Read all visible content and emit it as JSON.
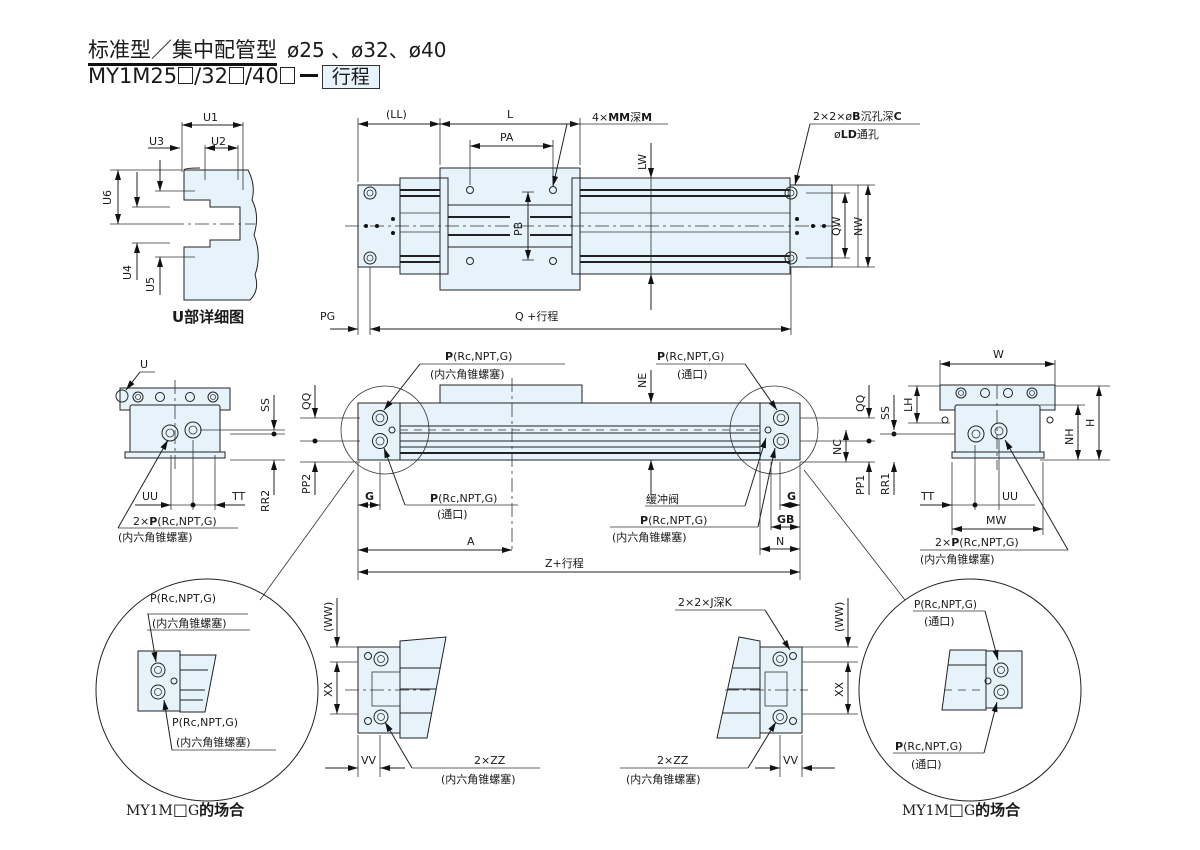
{
  "header": {
    "title_main": "标准型／集中配管型",
    "title_sizes": "ø25 、ø32、ø40",
    "model_prefix": "MY1M25",
    "model_sep1": "/32",
    "model_sep2": "/40",
    "stroke_box": "行程"
  },
  "u_detail": {
    "labels": {
      "u1": "U1",
      "u2": "U2",
      "u3": "U3",
      "u4": "U4",
      "u5": "U5",
      "u6": "U6"
    },
    "caption": "U部详细图"
  },
  "top_view": {
    "ll": "(LL)",
    "l": "L",
    "pa": "PA",
    "pb": "PB",
    "lw": "LW",
    "qw": "QW",
    "nw": "NW",
    "pg": "PG",
    "q_stroke": "Q  +行程",
    "mm_note": {
      "prefix": "4×",
      "mm": "MM",
      "mid": "深",
      "m": "M"
    },
    "b_note": {
      "prefix": "2×2×ø",
      "b": "B",
      "mid": "沉孔深",
      "c": "C"
    },
    "ld_note": {
      "pre": "ø",
      "ld": "LD",
      "post": "通孔"
    }
  },
  "front_view": {
    "p_top_left": {
      "p": "P",
      "spec": "(Rc,NPT,G)",
      "note": "(内六角锥螺塞)"
    },
    "p_top_right": {
      "p": "P",
      "spec": "(Rc,NPT,G)",
      "note": "(通口)"
    },
    "p_bottom_left": {
      "p": "P",
      "spec": "(Rc,NPT,G)",
      "note": "(通口)"
    },
    "p_bottom_right": {
      "p": "P",
      "spec": "(Rc,NPT,G)",
      "note": "(内六角锥螺塞)"
    },
    "cushion_valve": "缓冲阀",
    "ne": "NE",
    "nc": "NC",
    "g_left": "G",
    "g_right": "G",
    "gb": "GB",
    "n": "N",
    "a": "A",
    "z_stroke": "Z+行程"
  },
  "left_end": {
    "u": "U",
    "ss": "SS",
    "rr2": "RR2",
    "qq": "QQ",
    "pp2": "PP2",
    "uu": "UU",
    "tt": "TT",
    "p_note": {
      "prefix": "2×",
      "p": "P",
      "spec": "(Rc,NPT,G)"
    },
    "p_note2": "(内六角锥螺塞)"
  },
  "right_end": {
    "w": "W",
    "lh": "LH",
    "h": "H",
    "nh": "NH",
    "qq": "QQ",
    "ss": "SS",
    "pp1": "PP1",
    "rr1": "RR1",
    "tt": "TT",
    "uu": "UU",
    "mw": "MW",
    "p_note": {
      "prefix": "2×",
      "p": "P",
      "spec": "(Rc,NPT,G)"
    },
    "p_note2": "(内六角锥螺塞)"
  },
  "detail_left_circle": {
    "p_top": "P(Rc,NPT,G)",
    "p_top_note": "(内六角锥螺塞)",
    "p_bottom": "P(Rc,NPT,G)",
    "p_bottom_note": "(内六角锥螺塞)",
    "caption_model": "MY1M",
    "caption_g": "G",
    "caption_text": "的场合"
  },
  "detail_right_circle": {
    "p_top": "P(Rc,NPT,G)",
    "p_top_note": "(通口)",
    "p_bottom_p": "P",
    "p_bottom_spec": "(Rc,NPT,G)",
    "p_bottom_note": "(通口)",
    "caption_model": "MY1M",
    "caption_g": "G",
    "caption_text": "的场合"
  },
  "bottom_left_end": {
    "ww": "(WW)",
    "xx": "XX",
    "vv": "VV",
    "zz": "2×ZZ",
    "zz_note": "(内六角锥螺塞)"
  },
  "bottom_right_end": {
    "jk": "2×2×J深K",
    "ww": "(WW)",
    "xx": "XX",
    "vv": "VV",
    "zz": "2×ZZ",
    "zz_note": "(内六角锥螺塞)"
  },
  "colors": {
    "body_fill": "#e6f3fb",
    "line": "#222222"
  }
}
